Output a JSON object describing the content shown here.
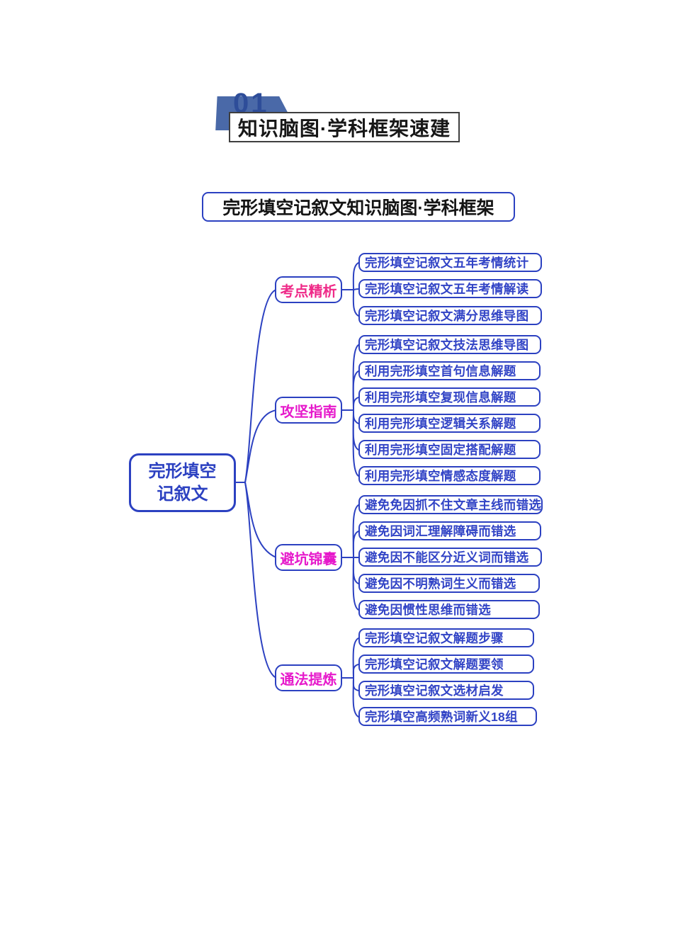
{
  "header": {
    "number": "01",
    "title": "知识脑图·学科框架速建"
  },
  "diagram_title": "完形填空记叙文知识脑图·学科框架",
  "mindmap": {
    "root": {
      "label": "完形填空\n记叙文"
    },
    "branches": [
      {
        "label": "考点精析",
        "color": "#ef2a88",
        "leaves": [
          "完形填空记叙文五年考情统计",
          "完形填空记叙文五年考情解读",
          "完形填空记叙文满分思维导图"
        ]
      },
      {
        "label": "攻坚指南",
        "color": "#e619cb",
        "leaves": [
          "完形填空记叙文技法思维导图",
          "利用完形填空首句信息解题",
          "利用完形填空复现信息解题",
          "利用完形填空逻辑关系解题",
          "利用完形填空固定搭配解题",
          "利用完形填空情感态度解题"
        ]
      },
      {
        "label": "避坑锦囊",
        "color": "#e619cb",
        "leaves": [
          "避免免因抓不住文章主线而错选",
          "避免因词汇理解障碍而错选",
          "避免因不能区分近义词而错选",
          "避免因不明熟词生义而错选",
          "避免因惯性思维而错选"
        ]
      },
      {
        "label": "通法提炼",
        "color": "#e619cb",
        "leaves": [
          "完形填空记叙文解题步骤",
          "完形填空记叙文解题要领",
          "完形填空记叙文选材启发",
          "完形填空高频熟词新义18组"
        ]
      }
    ]
  },
  "colors": {
    "line_blue": "#2c41c1",
    "leaf_text_blue": "#3244c6",
    "branch_pink": "#ef2a88",
    "branch_magenta": "#e619cb",
    "header_shape_blue": "#4a69a8",
    "header_number_blue": "#2e4d99"
  }
}
